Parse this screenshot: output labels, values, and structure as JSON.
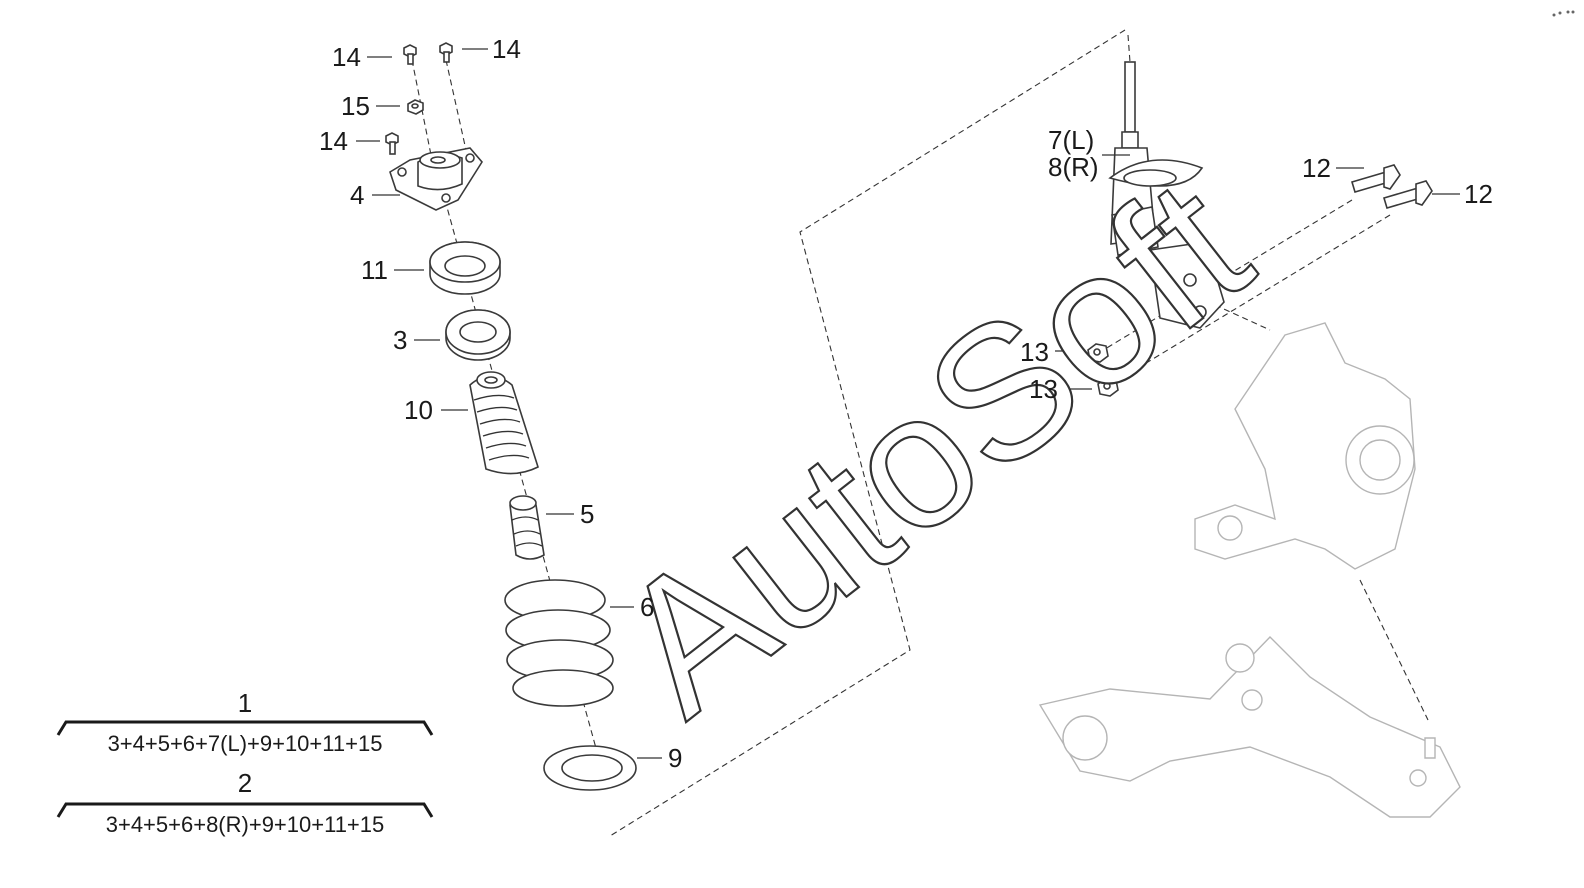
{
  "watermark": "AutoSoft",
  "callouts": {
    "bolt_top_left": "14",
    "bolt_top_right": "14",
    "nut_top": "15",
    "bolt_mid_left": "14",
    "mount": "4",
    "bearing": "11",
    "seat": "3",
    "boot": "10",
    "bump_stop": "5",
    "spring": "6",
    "lower_seat": "9",
    "strut_left": "7(L)",
    "strut_right": "8(R)",
    "bolt_upper": "12",
    "bolt_lower": "12",
    "nut_upper": "13",
    "nut_lower": "13"
  },
  "assemblies": [
    {
      "number": "1",
      "formula": "3+4+5+6+7(L)+9+10+11+15"
    },
    {
      "number": "2",
      "formula": "3+4+5+6+8(R)+9+10+11+15"
    }
  ],
  "colors": {
    "line": "#3a3a3a",
    "ghost": "#b5b5b5",
    "text": "#1a1a1a"
  }
}
